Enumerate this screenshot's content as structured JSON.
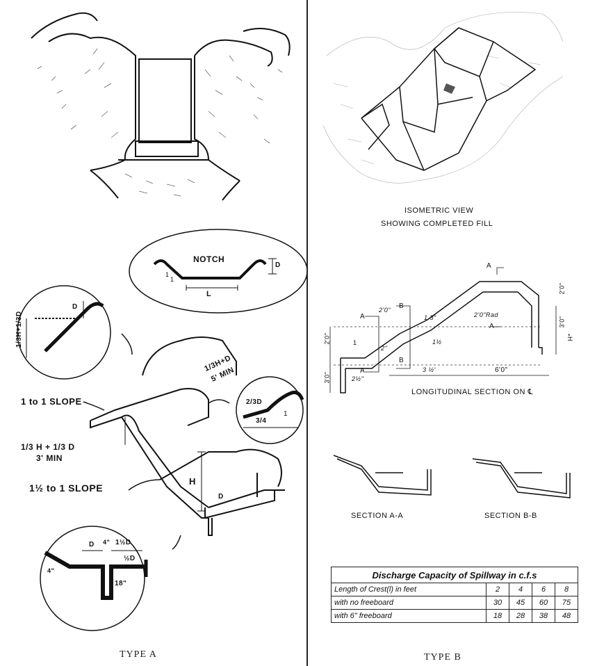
{
  "type_a": {
    "caption": "TYPE A",
    "notch_title": "NOTCH",
    "notch_l": "L",
    "notch_d": "D",
    "notch_one": "1",
    "notch_one2": "1",
    "crest_d": "D",
    "crest_formula": "1/3H+1/3D",
    "slope_1to1": "1 to 1  SLOPE",
    "slope_15to1": "1½ to 1  SLOPE",
    "fill_formula": "1/3 H + 1/3 D",
    "fill_min": "3' MIN",
    "wing_formula": "1/3H+D",
    "wing_min": "5' MIN",
    "h_label": "H",
    "d_label": "D",
    "side_23d": "2/3D",
    "side_34": "3/4",
    "side_one": "1",
    "base_d": "D",
    "base_4": "4\"",
    "base_1half_d": "1½D",
    "base_half_d": "½D",
    "base_4in": "4\"",
    "base_18": "18\""
  },
  "type_b": {
    "caption": "TYPE B",
    "iso_line1": "ISOMETRIC  VIEW",
    "iso_line2": "SHOWING  COMPLETED  FILL",
    "long_caption": "LONGITUDINAL  SECTION  ON  ℄",
    "sec_aa": "SECTION  A-A",
    "sec_bb": "SECTION  B-B",
    "dims": {
      "a1": "A",
      "a2": "A",
      "a3": "A",
      "a4": "A",
      "b1": "B",
      "b2": "B",
      "d20a": "2'0\"",
      "d30a": "3'0\"",
      "d20b": "2'0\"",
      "d30b": "3'0\"",
      "d312": "3 ½'",
      "d60": "6'0\"",
      "d20rad": "2'0\"Rad",
      "d20c": "2'0\"",
      "h": "H*",
      "d15": "1½",
      "d1": "1",
      "d13": "1 3\"",
      "d2": "2\"",
      "d22": "2½\""
    },
    "table": {
      "title": "Discharge Capacity of Spillway in c.f.s",
      "rows": [
        {
          "label": "Length of Crest(l) in feet",
          "values": [
            "2",
            "4",
            "6",
            "8"
          ]
        },
        {
          "label": "with  no  freeboard",
          "values": [
            "30",
            "45",
            "60",
            "75"
          ]
        },
        {
          "label": "with  6\"  freeboard",
          "values": [
            "18",
            "28",
            "38",
            "48"
          ]
        }
      ]
    }
  }
}
